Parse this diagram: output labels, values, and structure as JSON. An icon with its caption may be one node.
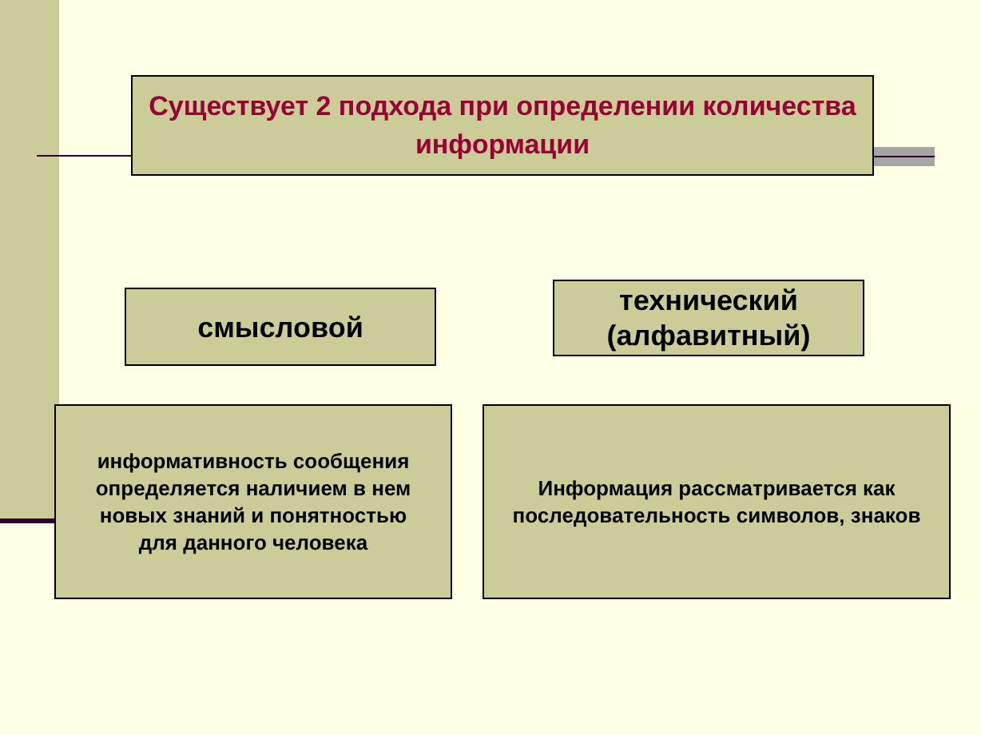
{
  "diagram": {
    "nodes": [
      {
        "text": [
          "Существует 2 подхода при определении количества информации"
        ]
      },
      {
        "text": [
          "смысловой"
        ]
      },
      {
        "text": [
          "технический (алфавитный)"
        ]
      },
      {
        "text": [
          "информативность сообщения определяется наличием в нем новых знаний и понятностью  для данного человека"
        ]
      },
      {
        "text": [
          "Информация рассматривается как последовательность символов, знаков"
        ]
      }
    ]
  }
}
